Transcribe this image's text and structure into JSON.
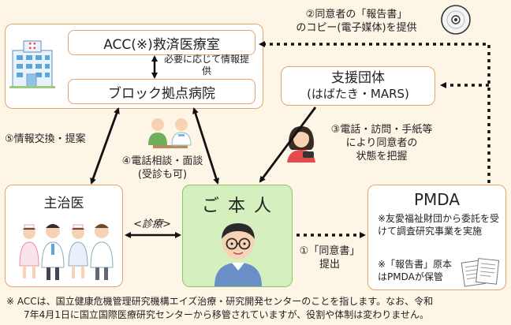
{
  "nodes": {
    "acc": {
      "label": "ACC(※)救済医療室"
    },
    "block": {
      "label": "ブロック拠点病院"
    },
    "support": {
      "title": "支援団体",
      "subtitle": "(はばたき・MARS)"
    },
    "doctor": {
      "label": "主治医"
    },
    "patient": {
      "label": "ご 本 人"
    },
    "pmda": {
      "title": "PMDA",
      "note1": "※友愛福祉財団から委託を受けて調査研究事業を実施",
      "note2": "※「報告書」原本はPMDAが保管"
    }
  },
  "edges": {
    "acc_block": "必要に応じて情報提供",
    "report_copy_line1": "②同意者の「報告書」",
    "report_copy_line2": "のコピー(電子媒体)を提供",
    "support_contact_line1": "③電話・訪問・手紙等",
    "support_contact_line2": "により同意者の",
    "support_contact_line3": "状態を把握",
    "exchange": "⑤情報交換・提案",
    "consult_line1": "④電話相談・面談",
    "consult_line2": "(受診も可)",
    "consent_line1": "①「同意書」",
    "consent_line2": "提出",
    "diagnosis": "<診療>"
  },
  "footnote": {
    "line1": "※ ACCは、国立健康危機管理研究機構エイズ治療・研究開発センターのことを指します。なお、令和",
    "line2": "7年4月1日に国立国際医療研究センターから移管されていますが、役割や体制は変わりません。"
  },
  "colors": {
    "background": "#fdf5e6",
    "box_border": "#e8a36b",
    "patient_fill": "#d6efbf",
    "patient_border": "#8cc46d",
    "arrow": "#111111"
  }
}
